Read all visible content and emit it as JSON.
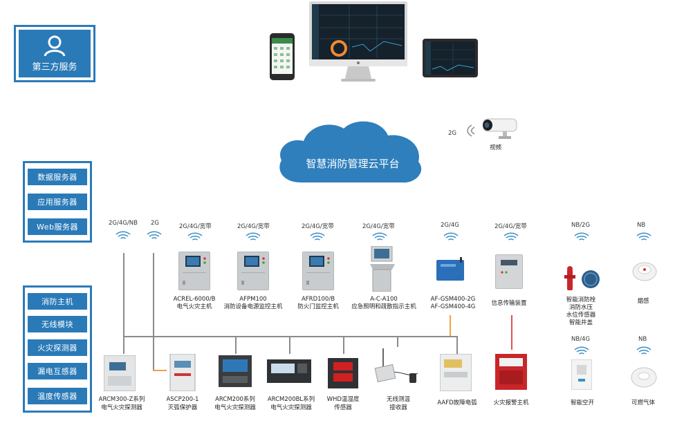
{
  "third_party": {
    "label": "第三方服务",
    "icon": "user-icon"
  },
  "server_group": {
    "items": [
      "数据服务器",
      "应用服务器",
      "Web服务器"
    ]
  },
  "device_group": {
    "items": [
      "消防主机",
      "无线模块",
      "火灾探测器",
      "漏电互感器",
      "温度传感器"
    ]
  },
  "cloud": {
    "label": "智慧消防管理云平台"
  },
  "camera": {
    "network": "2G",
    "label": "视频"
  },
  "networks": {
    "n1": "2G/4G/NB",
    "n2": "2G",
    "n3": "2G/4G/宽带",
    "n4": "2G/4G/宽带",
    "n5": "2G/4G/宽带",
    "n6": "2G/4G/宽带",
    "n7": "2G/4G",
    "n8": "2G/4G/宽带",
    "n9": "NB/2G",
    "n10": "NB",
    "n11": "NB/4G",
    "n12": "NB"
  },
  "top_devices": {
    "d1": {
      "line1": "ACREL-6000/B",
      "line2": "电气火灾主机"
    },
    "d2": {
      "line1": "AFPM100",
      "line2": "消防设备电源监控主机"
    },
    "d3": {
      "line1": "AFRD100/B",
      "line2": "防火门监控主机"
    },
    "d4": {
      "line1": "A-C-A100",
      "line2": "应急照明和疏散指示主机"
    },
    "d5": {
      "line1": "AF-GSM400-2G",
      "line2": "AF-GSM400-4G"
    },
    "d6": {
      "line1": "信息传输装置"
    },
    "d7": {
      "line1": "智能消防栓",
      "line2": "消防水压",
      "line3": "水位传感器",
      "line4": "智能井盖"
    },
    "d8": {
      "line1": "烟感"
    }
  },
  "bottom_devices": {
    "b1": {
      "line1": "ARCM300-Z系列",
      "line2": "电气火灾探测器"
    },
    "b2": {
      "line1": "ASCP200-1",
      "line2": "灭弧保护器"
    },
    "b3": {
      "line1": "ARCM200系列",
      "line2": "电气火灾探测器"
    },
    "b4": {
      "line1": "ARCM200BL系列",
      "line2": "电气火灾探测器"
    },
    "b5": {
      "line1": "WHD温湿度",
      "line2": "传感器"
    },
    "b6": {
      "line1": "无线测温",
      "line2": "接收器"
    },
    "b7": {
      "line1": "AAFD故障电弧"
    },
    "b8": {
      "line1": "火灾报警主机"
    },
    "b9": {
      "line1": "智能空开"
    },
    "b10": {
      "line1": "可燃气体"
    }
  },
  "colors": {
    "panel_blue": "#2a7ab8",
    "cloud_blue": "#2f7fbc",
    "line_gray": "#8a8a8a",
    "line_orange": "#f0a040",
    "line_red": "#e05050"
  }
}
